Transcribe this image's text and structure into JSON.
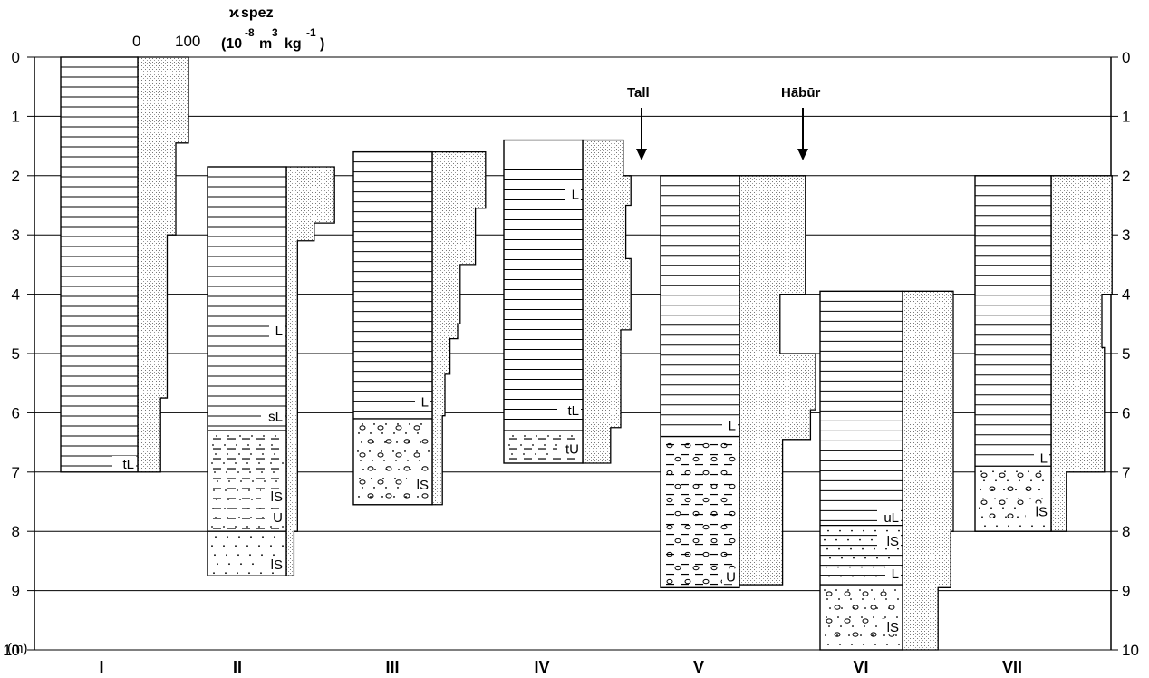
{
  "header": {
    "symbol": "ϰ",
    "title": "spez",
    "unit_text": "(10",
    "unit_exp1": "-8",
    "unit_m": "m",
    "unit_exp2": "3",
    "unit_kg": "kg",
    "unit_exp3": "-1",
    "unit_close": ")",
    "scale_min": "0",
    "scale_max": "100"
  },
  "depth_axis": {
    "unit": "(m)",
    "ticks": [
      "0",
      "1",
      "2",
      "3",
      "4",
      "5",
      "6",
      "7",
      "8",
      "9",
      "10"
    ]
  },
  "annotations": {
    "tall": "Tall",
    "habur": "Hābūr"
  },
  "profiles": [
    {
      "id": "I",
      "top": 0,
      "bottom": 7.0,
      "layers": [
        {
          "type": "clay",
          "from": 0,
          "to": 7.0
        }
      ],
      "labels": [
        {
          "text": "tL",
          "depth": 6.85
        }
      ],
      "susceptibility": [
        [
          0,
          100
        ],
        [
          1.45,
          100
        ],
        [
          1.45,
          75
        ],
        [
          3.0,
          75
        ],
        [
          3.0,
          58
        ],
        [
          5.75,
          58
        ],
        [
          5.75,
          45
        ],
        [
          7.0,
          45
        ]
      ]
    },
    {
      "id": "II",
      "top": 1.85,
      "bottom": 8.75,
      "layers": [
        {
          "type": "clay",
          "from": 1.85,
          "to": 6.3
        },
        {
          "type": "silt",
          "from": 6.3,
          "to": 8.0
        },
        {
          "type": "sand",
          "from": 8.0,
          "to": 8.75
        }
      ],
      "labels": [
        {
          "text": "L",
          "depth": 4.6
        },
        {
          "text": "sL",
          "depth": 6.05
        },
        {
          "text": "lS",
          "depth": 7.4
        },
        {
          "text": "U",
          "depth": 7.75
        },
        {
          "text": "lS",
          "depth": 8.55
        }
      ],
      "susceptibility": [
        [
          1.85,
          95
        ],
        [
          2.8,
          95
        ],
        [
          2.8,
          55
        ],
        [
          3.1,
          55
        ],
        [
          3.1,
          22
        ],
        [
          8.0,
          22
        ],
        [
          8.0,
          15
        ],
        [
          8.75,
          15
        ]
      ]
    },
    {
      "id": "III",
      "top": 1.6,
      "bottom": 7.55,
      "layers": [
        {
          "type": "clay",
          "from": 1.6,
          "to": 6.1
        },
        {
          "type": "gravel",
          "from": 6.1,
          "to": 7.55
        }
      ],
      "labels": [
        {
          "text": "L",
          "depth": 5.8
        },
        {
          "text": "lS",
          "depth": 7.2
        }
      ],
      "susceptibility": [
        [
          1.6,
          105
        ],
        [
          2.55,
          105
        ],
        [
          2.55,
          85
        ],
        [
          3.5,
          85
        ],
        [
          3.5,
          55
        ],
        [
          4.5,
          55
        ],
        [
          4.5,
          50
        ],
        [
          4.75,
          50
        ],
        [
          4.75,
          35
        ],
        [
          5.35,
          35
        ],
        [
          5.35,
          25
        ],
        [
          6.05,
          25
        ],
        [
          6.05,
          20
        ],
        [
          7.55,
          20
        ]
      ]
    },
    {
      "id": "IV",
      "top": 1.4,
      "bottom": 6.85,
      "layers": [
        {
          "type": "clay",
          "from": 1.4,
          "to": 6.3
        },
        {
          "type": "silt",
          "from": 6.3,
          "to": 6.85
        }
      ],
      "labels": [
        {
          "text": "L",
          "depth": 2.3
        },
        {
          "text": "tL",
          "depth": 5.95
        },
        {
          "text": "tU",
          "depth": 6.6
        }
      ],
      "susceptibility": [
        [
          1.4,
          80
        ],
        [
          2.0,
          80
        ],
        [
          2.0,
          95
        ],
        [
          2.5,
          95
        ],
        [
          2.5,
          85
        ],
        [
          3.4,
          85
        ],
        [
          3.4,
          95
        ],
        [
          4.6,
          95
        ],
        [
          4.6,
          75
        ],
        [
          6.25,
          75
        ],
        [
          6.25,
          55
        ],
        [
          6.85,
          55
        ]
      ]
    },
    {
      "id": "V",
      "top": 2.0,
      "bottom": 8.95,
      "layers": [
        {
          "type": "clay",
          "from": 2.0,
          "to": 6.4
        },
        {
          "type": "siltgravel",
          "from": 6.4,
          "to": 8.95
        }
      ],
      "labels": [
        {
          "text": "L",
          "depth": 6.2
        },
        {
          "text": "U",
          "depth": 8.75
        }
      ],
      "susceptibility": [
        [
          2.0,
          130
        ],
        [
          4.0,
          130
        ],
        [
          4.0,
          80
        ],
        [
          5.0,
          80
        ],
        [
          5.0,
          150
        ],
        [
          5.95,
          150
        ],
        [
          5.95,
          140
        ],
        [
          6.45,
          140
        ],
        [
          6.45,
          85
        ],
        [
          8.9,
          85
        ]
      ]
    },
    {
      "id": "VI",
      "top": 3.95,
      "bottom": 10.0,
      "layers": [
        {
          "type": "clay",
          "from": 3.95,
          "to": 7.9
        },
        {
          "type": "sandclay",
          "from": 7.9,
          "to": 8.9
        },
        {
          "type": "gravel",
          "from": 8.9,
          "to": 10.0
        }
      ],
      "labels": [
        {
          "text": "uL",
          "depth": 7.75
        },
        {
          "text": "lS",
          "depth": 8.15
        },
        {
          "text": "L",
          "depth": 8.7
        },
        {
          "text": "lS",
          "depth": 9.6
        }
      ],
      "susceptibility": [
        [
          3.95,
          100
        ],
        [
          8.0,
          100
        ],
        [
          8.0,
          95
        ],
        [
          8.95,
          95
        ],
        [
          8.95,
          70
        ],
        [
          10.0,
          70
        ]
      ]
    },
    {
      "id": "VII",
      "top": 2.0,
      "bottom": 8.0,
      "layers": [
        {
          "type": "clay",
          "from": 2.0,
          "to": 6.9
        },
        {
          "type": "gravel",
          "from": 6.9,
          "to": 8.0
        }
      ],
      "labels": [
        {
          "text": "L",
          "depth": 6.75
        },
        {
          "text": "lS",
          "depth": 7.65
        }
      ],
      "susceptibility": [
        [
          2.0,
          120
        ],
        [
          4.0,
          120
        ],
        [
          4.0,
          100
        ],
        [
          4.9,
          100
        ],
        [
          4.9,
          105
        ],
        [
          7.0,
          105
        ],
        [
          7.0,
          30
        ],
        [
          8.0,
          30
        ]
      ]
    }
  ]
}
